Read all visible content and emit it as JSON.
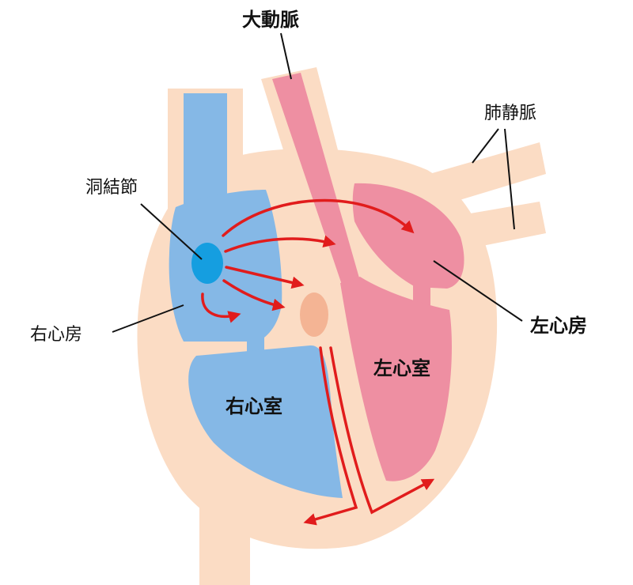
{
  "labels": {
    "aorta": "大動脈",
    "pulmonary_veins": "肺静脈",
    "sinoatrial_node": "洞結節",
    "right_atrium": "右心房",
    "left_atrium": "左心房",
    "left_ventricle": "左心室",
    "right_ventricle": "右心室"
  },
  "colors": {
    "tissue": "#fbdcc4",
    "venous_blue": "#85b8e6",
    "arterial_pink": "#ee8fa2",
    "sa_node": "#159ee0",
    "av_node": "#f4b494",
    "conduction_red": "#e11c1c",
    "leader_line": "#111111"
  }
}
